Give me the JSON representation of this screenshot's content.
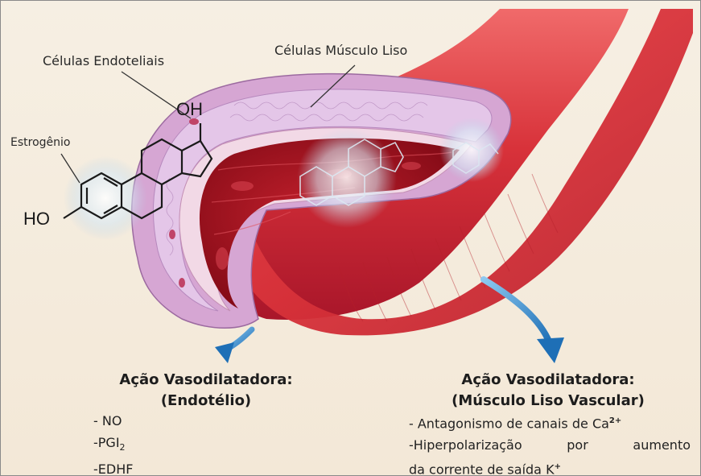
{
  "labels": {
    "endothelial_cells": "Células Endoteliais",
    "smooth_muscle_cells": "Células Músculo Liso",
    "estrogen": "Estrogênio",
    "oh_top": "OH",
    "ho_left": "HO"
  },
  "left_panel": {
    "title_line1": "Ação Vasodilatadora:",
    "title_line2": "(Endotélio)",
    "items": [
      "- NO",
      "-PGI",
      "-EDHF"
    ],
    "pgi_subscript": "2"
  },
  "right_panel": {
    "title_line1": "Ação Vasodilatadora:",
    "title_line2": "(Músculo Liso Vascular)",
    "line1_text": "- Antagonismo de canais de Ca",
    "line1_superscript": "2+",
    "line2_words": [
      "-Hiperpolarização",
      "por",
      "aumento"
    ],
    "line3_text": "da corrente de saída K",
    "line3_superscript": "+"
  },
  "colors": {
    "vessel_red": "#d8323a",
    "lumen_dark": "#a8101c",
    "intima_purple": "#c9a0c8",
    "smooth_muscle": "#d9b7df",
    "arrow_blue": "#3a8fd0",
    "background": "#f4ebdc"
  }
}
